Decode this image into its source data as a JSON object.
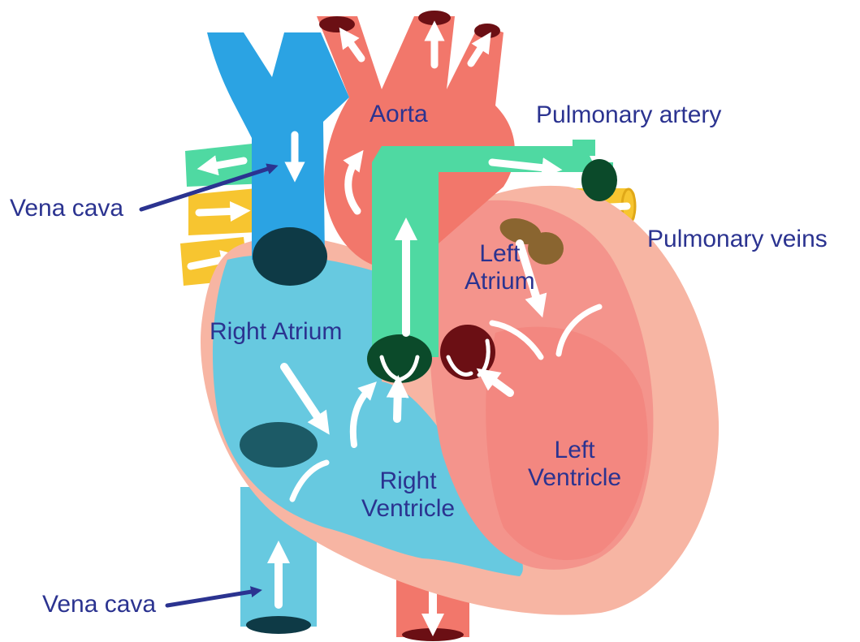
{
  "labels": {
    "aorta": "Aorta",
    "pulmonary_artery": "Pulmonary artery",
    "pulmonary_veins": "Pulmonary veins",
    "vena_cava_top": "Vena cava",
    "vena_cava_bottom": "Vena cava",
    "left_atrium_line1": "Left",
    "left_atrium_line2": "Atrium",
    "right_atrium": "Right Atrium",
    "right_ventricle_line1": "Right",
    "right_ventricle_line2": "Ventricle",
    "left_ventricle_line1": "Left",
    "left_ventricle_line2": "Ventricle"
  },
  "colors": {
    "label_text": "#2b3390",
    "deoxygenated_blue": "#2ba3e3",
    "light_blue": "#67c9e0",
    "oxygenated_red": "#f2776b",
    "pulmonary_green": "#4fd9a2",
    "pulmonary_vein_yellow": "#f7c530",
    "heart_outline": "#f7b5a3",
    "left_heart_pink": "#f4948c",
    "arrow_white": "#ffffff"
  }
}
